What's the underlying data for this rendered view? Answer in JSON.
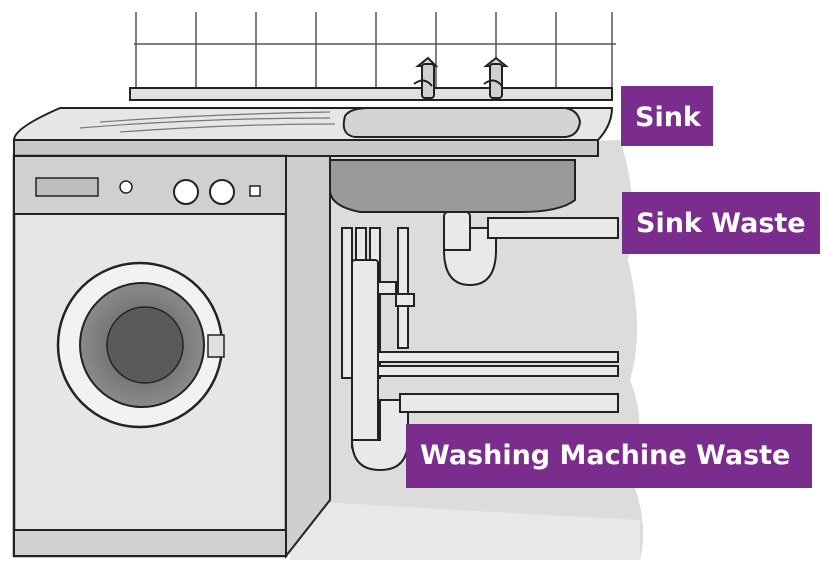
{
  "labels": {
    "sink": "Sink",
    "sink_waste": "Sink Waste",
    "washing_machine_waste": "Washing Machine Waste"
  },
  "colors": {
    "label_background": "#7b2d8e",
    "label_text": "#ffffff",
    "wall_shadow": "#dcdcdc",
    "appliance_body": "#e6e6e6",
    "appliance_dark": "#8c8c8c",
    "outline": "#222222"
  }
}
